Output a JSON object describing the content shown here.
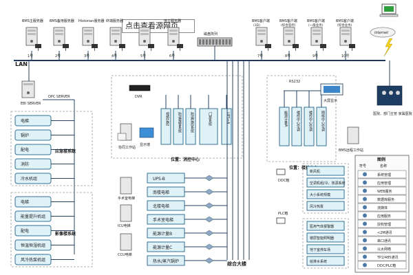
{
  "servers": [
    {
      "role": "BMS主服务器",
      "num": "1号"
    },
    {
      "role": "BMS备用服务器",
      "num": "2号"
    },
    {
      "role": "Historian服务器",
      "num": "3号"
    },
    {
      "role": "终端服务器",
      "num": "4号"
    },
    {
      "role": "",
      "num": "5号"
    },
    {
      "role": "值主服务器",
      "num": "6号"
    },
    {
      "role": "BMS客户端",
      "num": "7号",
      "sub": "(3D)"
    },
    {
      "role": "BMS客户端",
      "num": "8号",
      "sub": "(综合监控)"
    },
    {
      "role": "BMS客户端",
      "num": "9号",
      "sub": "(一般业务)"
    },
    {
      "role": "BMS客户端",
      "num": "10号",
      "sub": "(综合业务)"
    }
  ],
  "lan_label": "LAN",
  "storage_label": "磁盘阵列",
  "internet_label": "Internet",
  "overlay_text": "点击查看源网页",
  "ebi_label": "EBI SERVER",
  "opc_label": "OPC SERVER",
  "emergency": {
    "title": "应急楼系统",
    "items": [
      "电梯",
      "锅炉",
      "配电",
      "消防",
      "冷水机组"
    ]
  },
  "imaging": {
    "title": "影像楼系统",
    "items": [
      "电梯",
      "能量提升机组",
      "配电",
      "恒温恒湿机组",
      "风冷热泵机组"
    ]
  },
  "fire_center": {
    "dvr": "DVR",
    "modules": [
      "视频监控",
      "防盗报警系统",
      "防盗监控系统",
      "门禁系统",
      "UPS+A"
    ],
    "workstation": "协同工作站",
    "display": "显示墙",
    "location": "位置：消控中心"
  },
  "building_control": {
    "rs232": "RS232",
    "modules": [
      "能源计量A",
      "楼控中心空调",
      "楼控中心空调",
      "网络中心空调"
    ],
    "bigscreen": "大屏显示",
    "workstation": "BMS远程工作站",
    "location": "位置：楼控中心"
  },
  "hospital_mgmt": "医院、部门主管\n家属医院",
  "mid_devices": [
    "手术室电梯",
    "ICU电梯",
    "CCU电梯"
  ],
  "cells": [
    "UPS-B",
    "南楼电梯",
    "北楼电梯",
    "手术室电梯",
    "能源计量B",
    "能源计量C",
    "热水/蒸汽锅炉"
  ],
  "ddc_label": "DDC箱",
  "plc_label": "PLC箱",
  "ddc_items": [
    "新风机",
    "空调机组/冷、热源系统",
    "大小系统规模",
    "风冷热泵"
  ],
  "plc_items": [
    "医用气体报警器",
    "楼层智能照明器",
    "地下室停车场",
    "给排水系统"
  ],
  "bottom_label": "综合大楼",
  "legend": {
    "title": "图例",
    "header": [
      "符号",
      "名称"
    ],
    "items": [
      "系统管理",
      "应用管理",
      "WEB服务",
      "数据库服务",
      "流媒体",
      "应用服务",
      "授权管理",
      "<2M通讯",
      "串口通讯",
      "以太网络",
      "TP2/485通讯",
      "DDC/PLC箱"
    ]
  }
}
